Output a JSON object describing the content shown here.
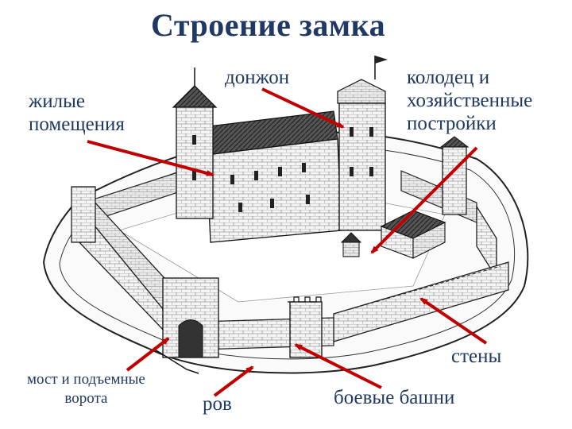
{
  "title": "Строение замка",
  "labels": {
    "living": [
      "жилые",
      "помещения"
    ],
    "donjon": "донжон",
    "well": [
      "колодец и",
      "хозяйственные",
      "постройки"
    ],
    "walls": "стены",
    "bridge": [
      "мост и подъемные",
      "ворота"
    ],
    "moat": "ров",
    "towers": "боевые башни"
  },
  "colors": {
    "text": "#1f3864",
    "arrow": "#c00000",
    "ink": "#1a1a1a"
  }
}
